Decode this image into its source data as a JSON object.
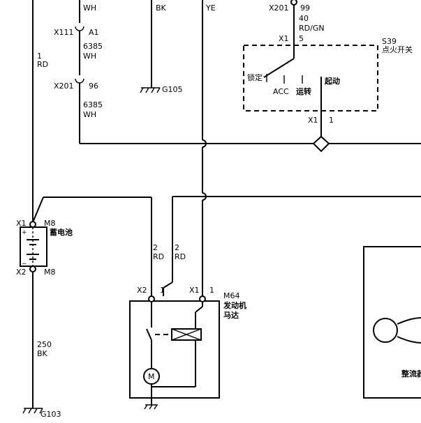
{
  "wires": {
    "left_top_color": "WH",
    "g105_color": "BK",
    "mid_color": "YE",
    "main_num": "1",
    "main_color": "RD",
    "seg1_num": "6385",
    "seg1_color": "WH",
    "seg2_num": "6385",
    "seg2_color": "WH",
    "ign_num": "40",
    "ign_color": "RD/GN",
    "m64x2_num": "2",
    "m64x2_color": "RD",
    "m64x1_num": "2",
    "m64x1_color": "RD",
    "ground_num": "250",
    "ground_color": "BK"
  },
  "connectors": {
    "x111": "X111",
    "x111_pin": "A1",
    "x201a": "X201",
    "x201a_pin": "96",
    "x201b": "X201",
    "x201b_pin": "99",
    "s39_x1_top": "X1",
    "s39_x1_top_pin": "5",
    "s39_x1_bot": "X1",
    "s39_x1_bot_pin": "1",
    "bat_x1": "X1",
    "bat_x1_pin": "M8",
    "bat_x2": "X2",
    "bat_x2_pin": "M8",
    "m64_x2": "X2",
    "m64_x2_pin": "1",
    "m64_x1": "X1",
    "m64_x1_pin": "1"
  },
  "grounds": {
    "g105": "G105",
    "g103": "G103"
  },
  "switch": {
    "id": "S39",
    "name": "点火开关",
    "lock": "锁定",
    "acc": "ACC",
    "run": "运转",
    "start": "起动"
  },
  "battery": {
    "name": "蓄电池",
    "plus": "+",
    "minus": "−"
  },
  "starter": {
    "id": "M64",
    "name_line1": "发动机",
    "name_line2": "马达",
    "motor": "M"
  },
  "partial": {
    "label": "整流器"
  }
}
